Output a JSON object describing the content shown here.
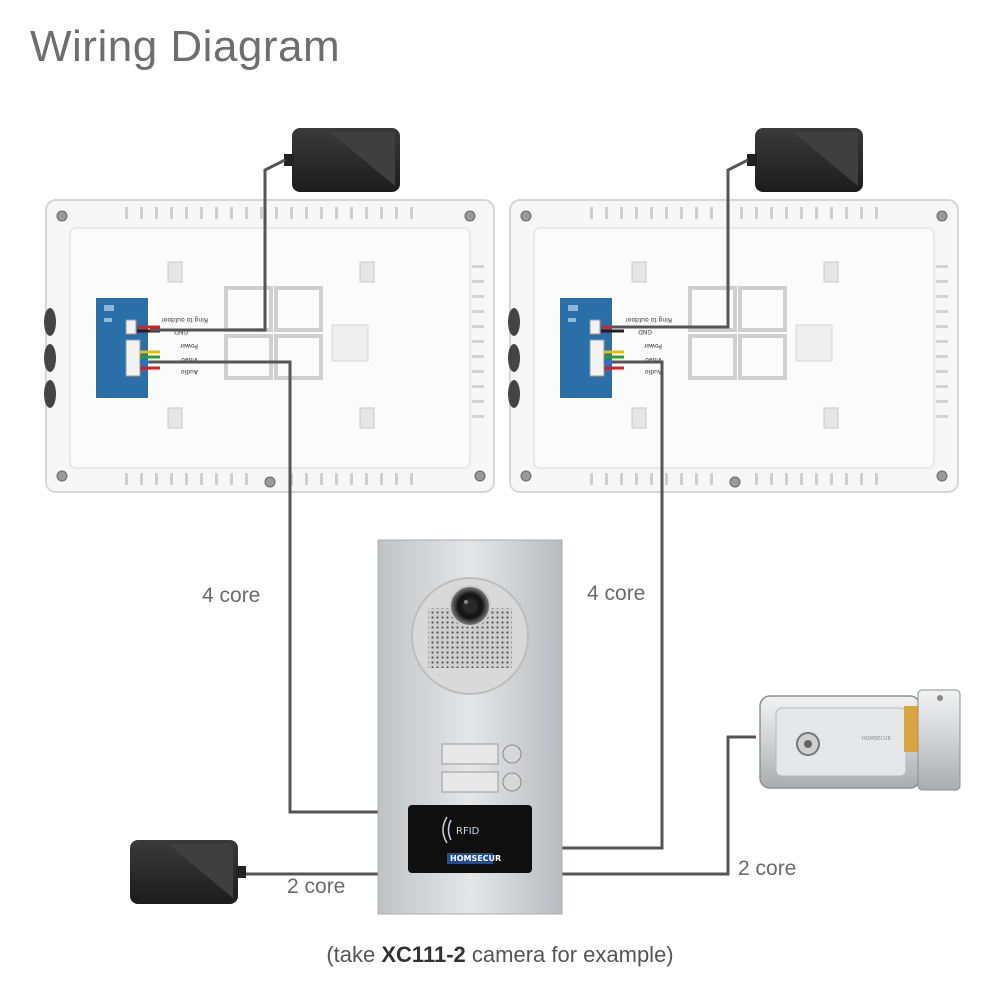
{
  "title": "Wiring Diagram",
  "labels": {
    "left_cable": "4 core",
    "right_cable": "4 core",
    "power_cable": "2 core",
    "lock_cable": "2 core"
  },
  "caption": {
    "prefix": "(take ",
    "model": "XC111-2",
    "suffix": " camera for example)"
  },
  "monitor_terminals": [
    "Ring to outdoor",
    "GND",
    "Power",
    "Video",
    "Audio"
  ],
  "camera": {
    "rfid_text": "RFID",
    "brand_text": "HOMSECUR"
  },
  "lock": {
    "brand_text": "HOMSECUR"
  },
  "colors": {
    "wire": "#555555",
    "board": "#2a6fa8",
    "adapter": "#2b2b2b",
    "panel": "#c9cdd0"
  }
}
